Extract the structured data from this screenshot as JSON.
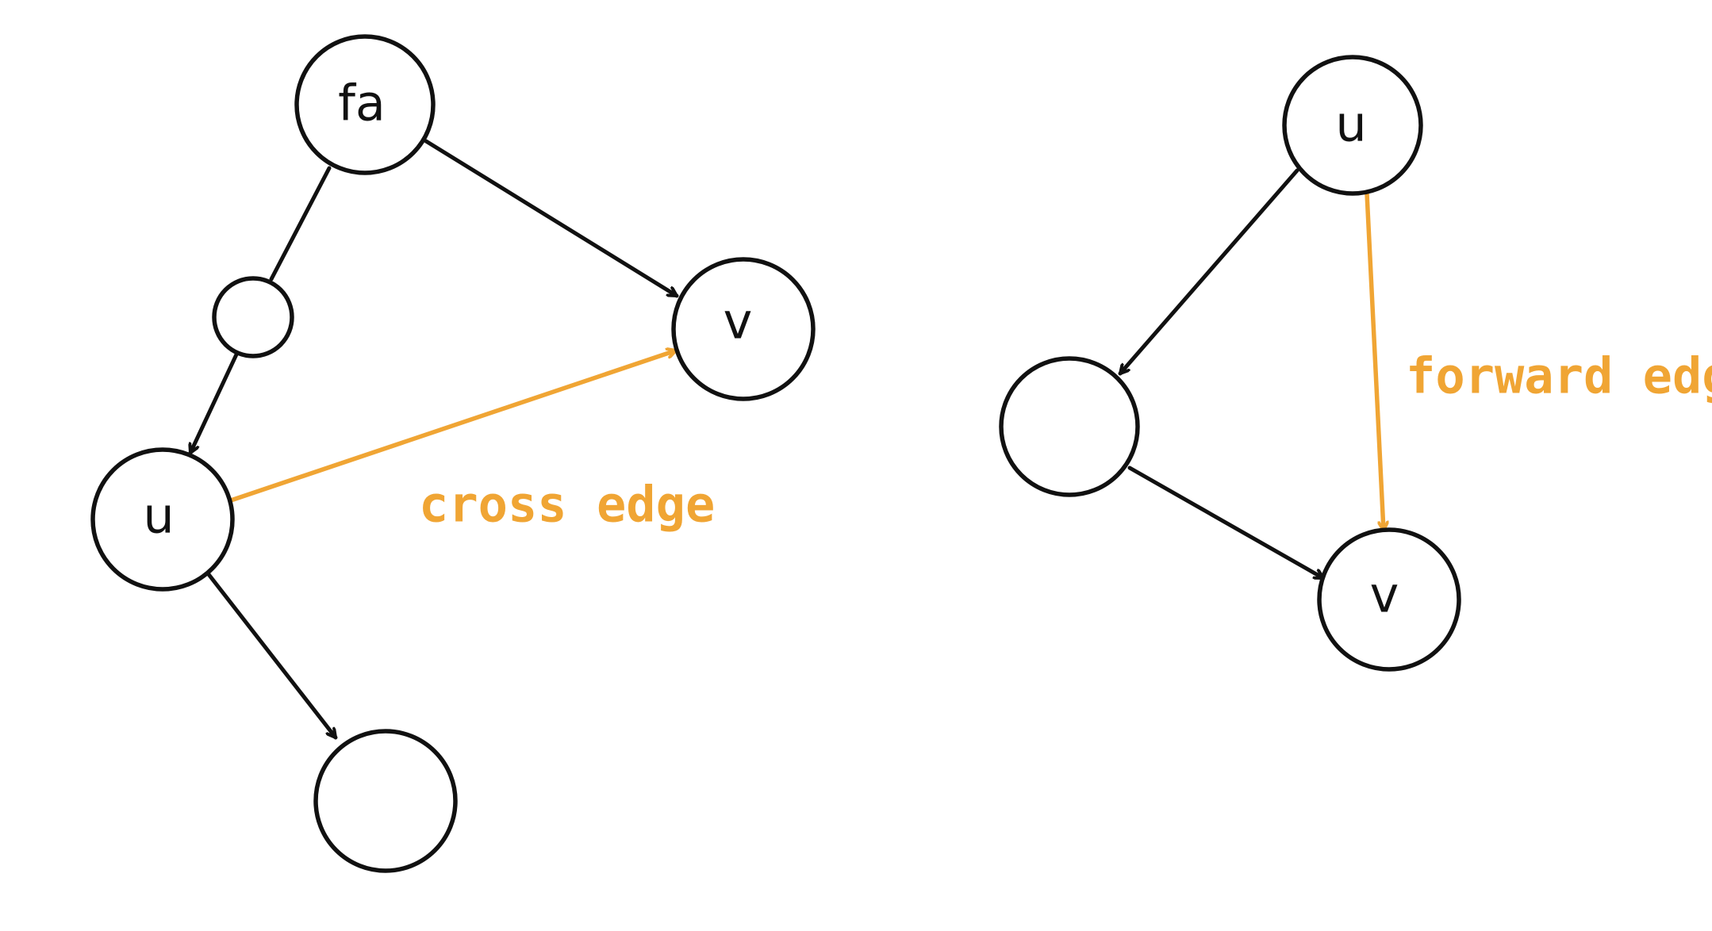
{
  "colors": {
    "stroke": "#111111",
    "accent": "#F0A534",
    "background": "#FFFFFF"
  },
  "left": {
    "nodes": {
      "fa": "fa",
      "mid": "",
      "u": "u",
      "v": "v",
      "child": ""
    },
    "edge_label": "cross edge"
  },
  "right": {
    "nodes": {
      "u": "u",
      "mid": "",
      "v": "v"
    },
    "edge_label": "forward edge"
  }
}
